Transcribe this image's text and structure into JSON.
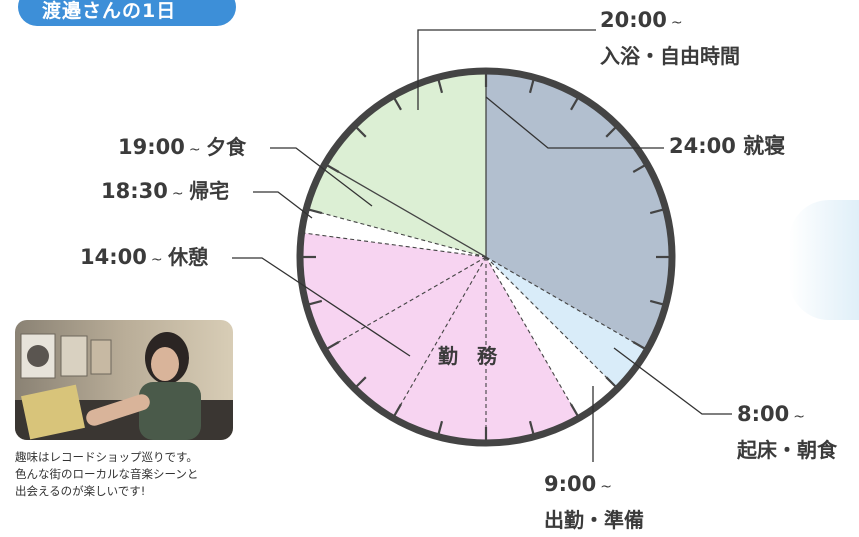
{
  "title": "渡邉さんの1日",
  "colors": {
    "title_bg": "#3d8fd8",
    "sleep": "#b2bfcf",
    "wake_breakfast": "#d9ecf9",
    "commute_prep": "#ffffff",
    "work": "#f7d4f1",
    "break": "#f7d4f1",
    "commute_home": "#ffffff",
    "dinner": "#dcefd4",
    "bath_free": "#dcefd4",
    "clock_ring": "#444444"
  },
  "schedule": [
    {
      "id": "bath",
      "start": 20,
      "end": 24,
      "color_key": "bath_free"
    },
    {
      "id": "sleep",
      "start": 0,
      "end": 8,
      "color_key": "sleep"
    },
    {
      "id": "wake",
      "start": 8,
      "end": 9,
      "color_key": "wake_breakfast"
    },
    {
      "id": "commute",
      "start": 9,
      "end": 10,
      "color_key": "commute_prep"
    },
    {
      "id": "work",
      "start": 10,
      "end": 18.5,
      "color_key": "work"
    },
    {
      "id": "home",
      "start": 18.5,
      "end": 19,
      "color_key": "commute_home"
    },
    {
      "id": "dinner",
      "start": 19,
      "end": 20,
      "color_key": "dinner"
    }
  ],
  "work_split_hour": 14,
  "labels": {
    "bath": {
      "time": "20:00",
      "tilde": "~",
      "activity": "入浴・自由時間"
    },
    "sleep": {
      "text": "24:00 就寝"
    },
    "wake": {
      "time": "8:00",
      "tilde": "~",
      "activity": "起床・朝食"
    },
    "commute": {
      "time": "9:00",
      "tilde": "~",
      "activity": "出勤・準備"
    },
    "break": {
      "time": "14:00",
      "tilde": "~",
      "activity": "休憩"
    },
    "home": {
      "time": "18:30",
      "tilde": "~",
      "activity": "帰宅"
    },
    "dinner": {
      "time": "19:00",
      "tilde": "~",
      "activity": "夕食"
    }
  },
  "work_label": "勤 務",
  "caption": [
    "趣味はレコードショップ巡りです。",
    "色んな街のローカルな音楽シーンと",
    "出会えるのが楽しいです!"
  ]
}
